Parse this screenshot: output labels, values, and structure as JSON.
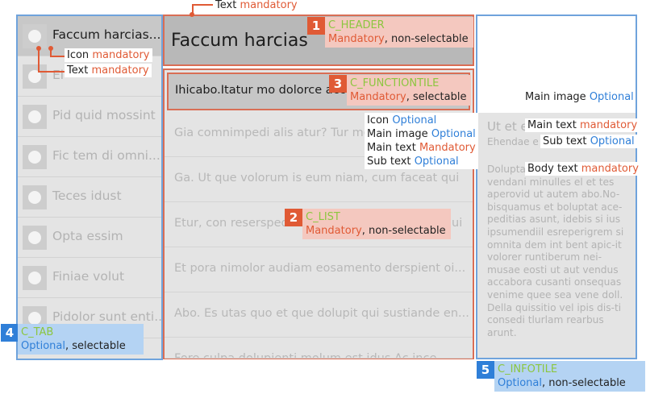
{
  "tab": {
    "items": [
      {
        "label": "Faccum harcias..."
      },
      {
        "label": "Ei"
      },
      {
        "label": "Pid quid mossint"
      },
      {
        "label": "Fic tem di omni..."
      },
      {
        "label": "Teces idust"
      },
      {
        "label": "Opta essim"
      },
      {
        "label": "Finiae volut"
      },
      {
        "label": "Pidolor sunt enti..."
      }
    ]
  },
  "header": {
    "title": "Faccum harcias"
  },
  "function_tile": {
    "text": "Ihicabo.Itatur mo dolorce acc"
  },
  "list": {
    "items": [
      {
        "text": "Gia comnimpedi alis atur? Tur mo dolorce"
      },
      {
        "text": "Ga. Ut que volorum is eum niam, cum faceat qui"
      },
      {
        "text": "Etur, con reserspedi is eum niam, cum faceat qui"
      },
      {
        "text": "Et pora nimolor audiam eosamento derspient oi..."
      },
      {
        "text": "Abo. Es utas quo et que dolupit qui sustiande en..."
      },
      {
        "text": "Fore culpa dolupienti molum est idus Ac ince..."
      }
    ]
  },
  "info": {
    "main_text": "Ut et e",
    "sub_text": "Ehendae e",
    "body_text": "Dolupta ab iunt expedis vendani minulles el et tes aperovid ut autem abo.No-bisquamus et boluptat ace-peditias asunt, idebis si ius ipsumendiil esreperigrem si omnita dem int bent apic-it volorer runtiberum nei-musae eosti ut aut vendus accabora cusanti onsequas venime quee sea vene doll. Della quissitio vel ipis dis-ti consedi tlurlam rearbus arunt."
  },
  "annotations": {
    "text_top": {
      "label": "Text",
      "status": "mandatory"
    },
    "icon_tab": {
      "label": "Icon",
      "status": "mandatory"
    },
    "text_tab": {
      "label": "Text",
      "status": "mandatory"
    },
    "c_header": {
      "num": "1",
      "name": "C_HEADER",
      "status": "Mandatory",
      "rest": ", non-selectable"
    },
    "c_list": {
      "num": "2",
      "name": "C_LIST",
      "status": "Mandatory",
      "rest": ", non-selectable"
    },
    "c_functiontile": {
      "num": "3",
      "name": "C_FUNCTIONTILE",
      "status": "Mandatory",
      "rest": ", selectable"
    },
    "c_tab": {
      "num": "4",
      "name": "C_TAB",
      "status": "Optional",
      "rest": ", selectable"
    },
    "c_infotile": {
      "num": "5",
      "name": "C_INFOTILE",
      "status": "Optional",
      "rest": ", non-selectable"
    },
    "list_parts": [
      {
        "label": "Icon",
        "status": "Optional"
      },
      {
        "label": "Main image",
        "status": "Optional"
      },
      {
        "label": "Main text",
        "status": "Mandatory"
      },
      {
        "label": "Sub text",
        "status": "Optional"
      }
    ],
    "info_main_image": {
      "label": "Main image",
      "status": "Optional"
    },
    "info_main_text": {
      "label": "Main text",
      "status": "mandatory"
    },
    "info_sub_text": {
      "label": "Sub text",
      "status": "Optional"
    },
    "info_body_text": {
      "label": "Body text",
      "status": "mandatory"
    }
  },
  "colors": {
    "mandatory": "#e05a35",
    "optional": "#2f7fd8",
    "component_name": "#8cc63f",
    "tab_border": "#6fa3dc",
    "list_border": "#d96e55"
  }
}
